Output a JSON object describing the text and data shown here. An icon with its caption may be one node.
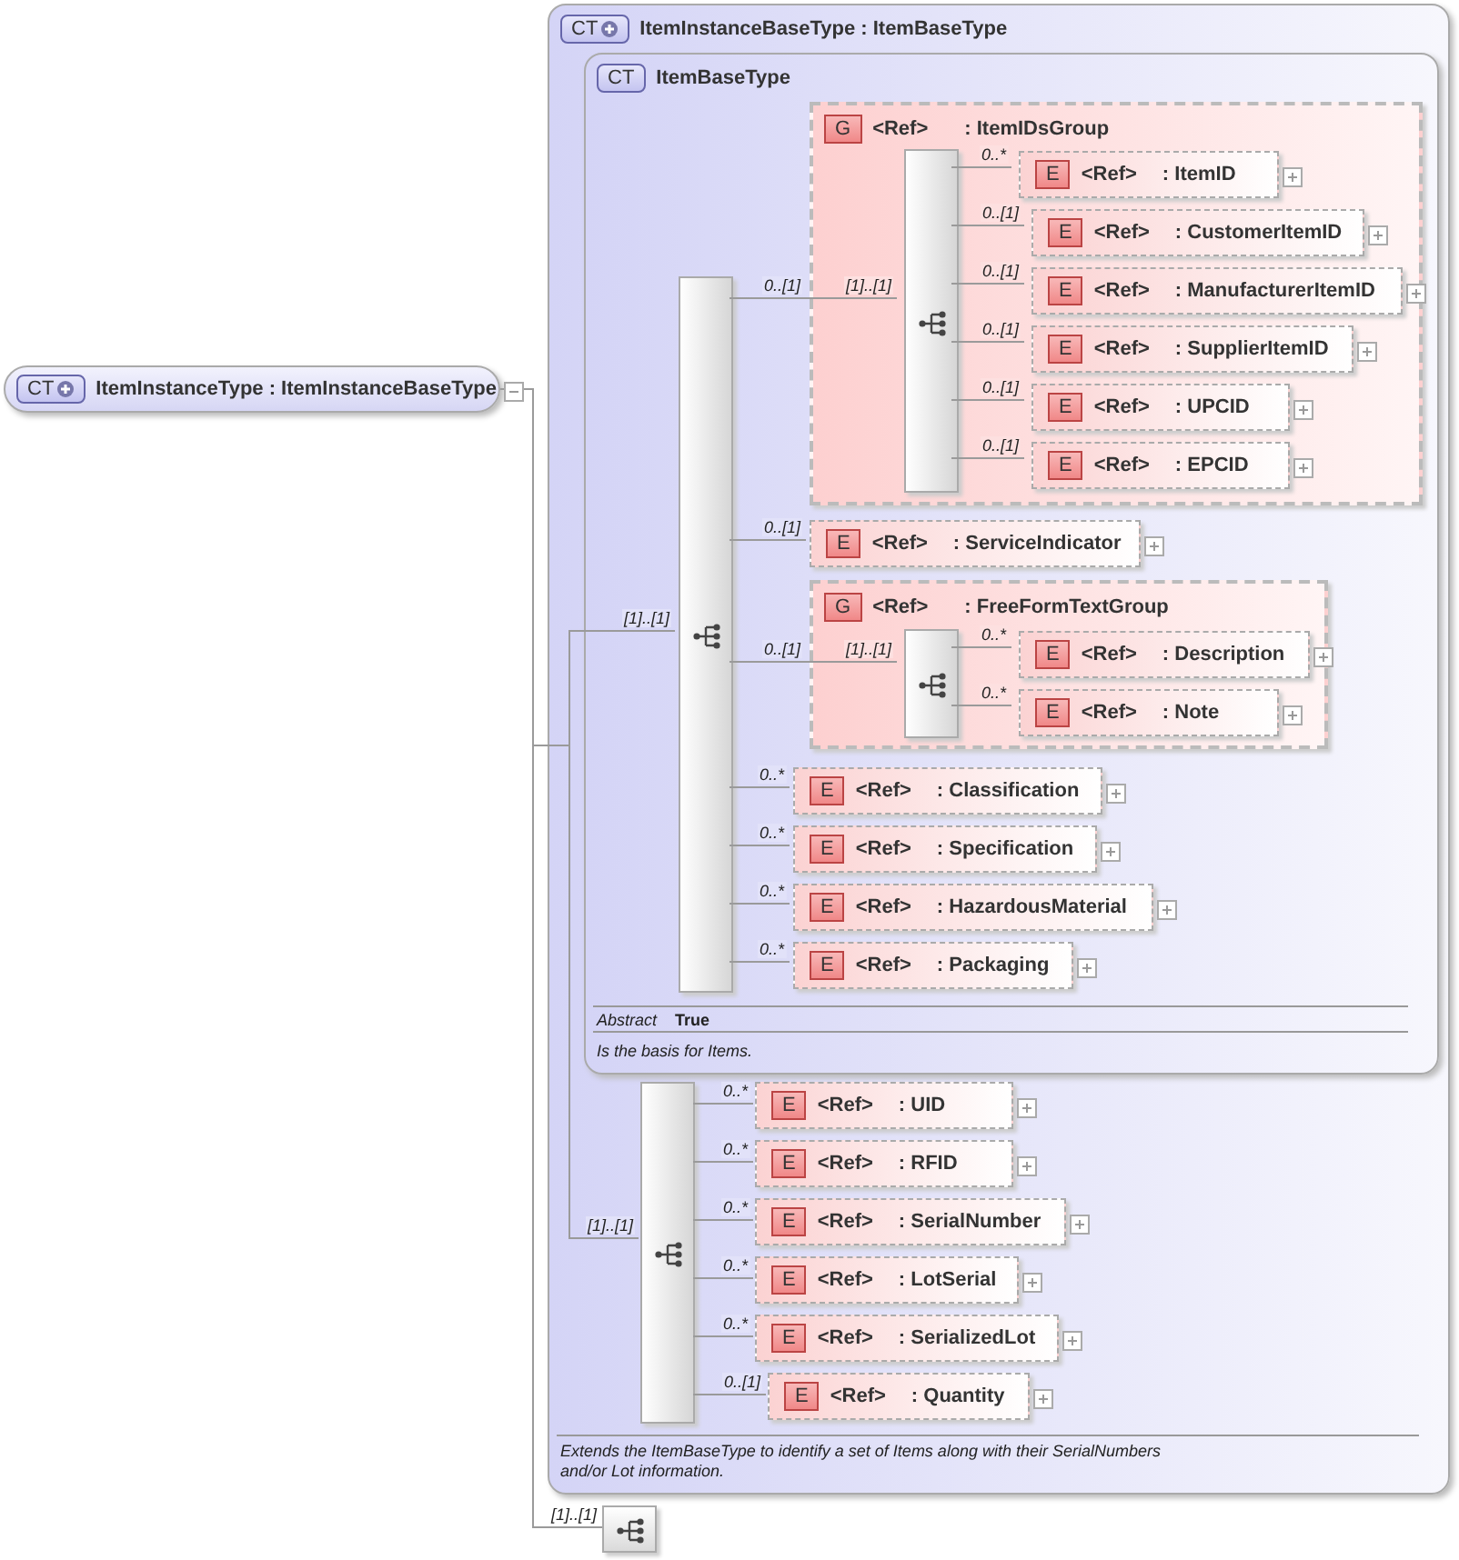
{
  "diagram": {
    "nodes": [
      {
        "text": [
          "CT",
          "ItemInstanceType : ItemInstanceBaseType"
        ]
      },
      {
        "text": [
          "CT",
          "ItemInstanceBaseType : ItemBaseType",
          "Extends the ItemBaseType to identify a set of Items along with their SerialNumbers and/or Lot information."
        ]
      },
      {
        "text": [
          "CT",
          "ItemBaseType",
          "Abstract",
          "True",
          "Is the basis for Items."
        ],
        "in": 1
      },
      {
        "text": [],
        "shape": "bar",
        "in": 2
      },
      {
        "text": [
          "G",
          "<Ref>",
          ": ItemIDsGroup"
        ],
        "in": 2
      },
      {
        "text": [],
        "shape": "bar",
        "in": 4
      },
      {
        "text": [
          "E",
          "<Ref>",
          ": ItemID"
        ],
        "in": 4
      },
      {
        "text": [
          "E",
          "<Ref>",
          ": CustomerItemID"
        ],
        "in": 4
      },
      {
        "text": [
          "E",
          "<Ref>",
          ": ManufacturerItemID"
        ],
        "in": 4
      },
      {
        "text": [
          "E",
          "<Ref>",
          ": SupplierItemID"
        ],
        "in": 4
      },
      {
        "text": [
          "E",
          "<Ref>",
          ": UPCID"
        ],
        "in": 4
      },
      {
        "text": [
          "E",
          "<Ref>",
          ": EPCID"
        ],
        "in": 4
      },
      {
        "text": [
          "E",
          "<Ref>",
          ": ServiceIndicator"
        ],
        "in": 2
      },
      {
        "text": [
          "G",
          "<Ref>",
          ": FreeFormTextGroup"
        ],
        "in": 2
      },
      {
        "text": [],
        "shape": "bar",
        "in": 13
      },
      {
        "text": [
          "E",
          "<Ref>",
          ": Description"
        ],
        "in": 13
      },
      {
        "text": [
          "E",
          "<Ref>",
          ": Note"
        ],
        "in": 13
      },
      {
        "text": [
          "E",
          "<Ref>",
          ": Classification"
        ],
        "in": 2
      },
      {
        "text": [
          "E",
          "<Ref>",
          ": Specification"
        ],
        "in": 2
      },
      {
        "text": [
          "E",
          "<Ref>",
          ": HazardousMaterial"
        ],
        "in": 2
      },
      {
        "text": [
          "E",
          "<Ref>",
          ": Packaging"
        ],
        "in": 2
      },
      {
        "text": [],
        "shape": "bar",
        "in": 1
      },
      {
        "text": [
          "E",
          "<Ref>",
          ": UID"
        ],
        "in": 1
      },
      {
        "text": [
          "E",
          "<Ref>",
          ": RFID"
        ],
        "in": 1
      },
      {
        "text": [
          "E",
          "<Ref>",
          ": SerialNumber"
        ],
        "in": 1
      },
      {
        "text": [
          "E",
          "<Ref>",
          ": LotSerial"
        ],
        "in": 1
      },
      {
        "text": [
          "E",
          "<Ref>",
          ": SerializedLot"
        ],
        "in": 1
      },
      {
        "text": [
          "E",
          "<Ref>",
          ": Quantity"
        ],
        "in": 1
      },
      {
        "text": [],
        "shape": "box"
      }
    ],
    "edges": [
      {
        "from": 0,
        "to": 3,
        "arrow": "none",
        "label": "[1]..[1]"
      },
      {
        "from": 0,
        "to": 21,
        "arrow": "none",
        "label": "[1]..[1]"
      },
      {
        "from": 0,
        "to": 28,
        "arrow": "none",
        "label": "[1]..[1]"
      },
      {
        "from": 3,
        "to": 4,
        "arrow": "none",
        "label": "0..[1]"
      },
      {
        "from": 4,
        "to": 5,
        "arrow": "none",
        "label": "[1]..[1]"
      },
      {
        "from": 5,
        "to": 6,
        "arrow": "none",
        "label": "0..*"
      },
      {
        "from": 5,
        "to": 7,
        "arrow": "none",
        "label": "0..[1]"
      },
      {
        "from": 5,
        "to": 8,
        "arrow": "none",
        "label": "0..[1]"
      },
      {
        "from": 5,
        "to": 9,
        "arrow": "none",
        "label": "0..[1]"
      },
      {
        "from": 5,
        "to": 10,
        "arrow": "none",
        "label": "0..[1]"
      },
      {
        "from": 5,
        "to": 11,
        "arrow": "none",
        "label": "0..[1]"
      },
      {
        "from": 3,
        "to": 12,
        "arrow": "none",
        "label": "0..[1]"
      },
      {
        "from": 3,
        "to": 13,
        "arrow": "none",
        "label": "0..[1]"
      },
      {
        "from": 13,
        "to": 14,
        "arrow": "none",
        "label": "[1]..[1]"
      },
      {
        "from": 14,
        "to": 15,
        "arrow": "none",
        "label": "0..*"
      },
      {
        "from": 14,
        "to": 16,
        "arrow": "none",
        "label": "0..*"
      },
      {
        "from": 3,
        "to": 17,
        "arrow": "none",
        "label": "0..*"
      },
      {
        "from": 3,
        "to": 18,
        "arrow": "none",
        "label": "0..*"
      },
      {
        "from": 3,
        "to": 19,
        "arrow": "none",
        "label": "0..*"
      },
      {
        "from": 3,
        "to": 20,
        "arrow": "none",
        "label": "0..*"
      },
      {
        "from": 21,
        "to": 22,
        "arrow": "none",
        "label": "0..*"
      },
      {
        "from": 21,
        "to": 23,
        "arrow": "none",
        "label": "0..*"
      },
      {
        "from": 21,
        "to": 24,
        "arrow": "none",
        "label": "0..*"
      },
      {
        "from": 21,
        "to": 25,
        "arrow": "none",
        "label": "0..*"
      },
      {
        "from": 21,
        "to": 26,
        "arrow": "none",
        "label": "0..*"
      },
      {
        "from": 21,
        "to": 27,
        "arrow": "none",
        "label": "0..[1]"
      }
    ]
  }
}
